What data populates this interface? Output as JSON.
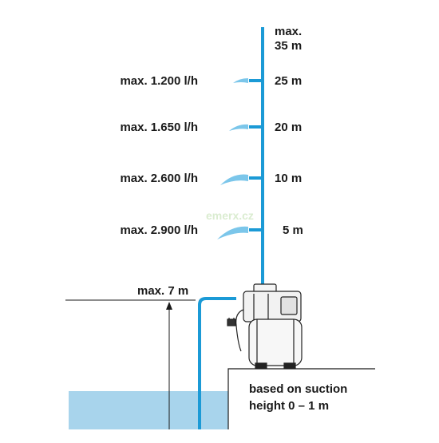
{
  "colors": {
    "pipe": "#1b9ad6",
    "water": "#a8d4ec",
    "line": "#1a1a1a",
    "pump": "#222222"
  },
  "outlets": [
    {
      "flow": "max. 1.200 l/h",
      "height": "25 m"
    },
    {
      "flow": "max. 1.650 l/h",
      "height": "20 m"
    },
    {
      "flow": "max. 2.600 l/h",
      "height": "10 m"
    },
    {
      "flow": "max. 2.900 l/h",
      "height": "5 m"
    }
  ],
  "top_height": {
    "line1": "max.",
    "line2": "35 m"
  },
  "suction_max": "max. 7 m",
  "note": {
    "line1": "based on suction",
    "line2": "height 0 – 1 m"
  },
  "watermark": "emerx.cz"
}
